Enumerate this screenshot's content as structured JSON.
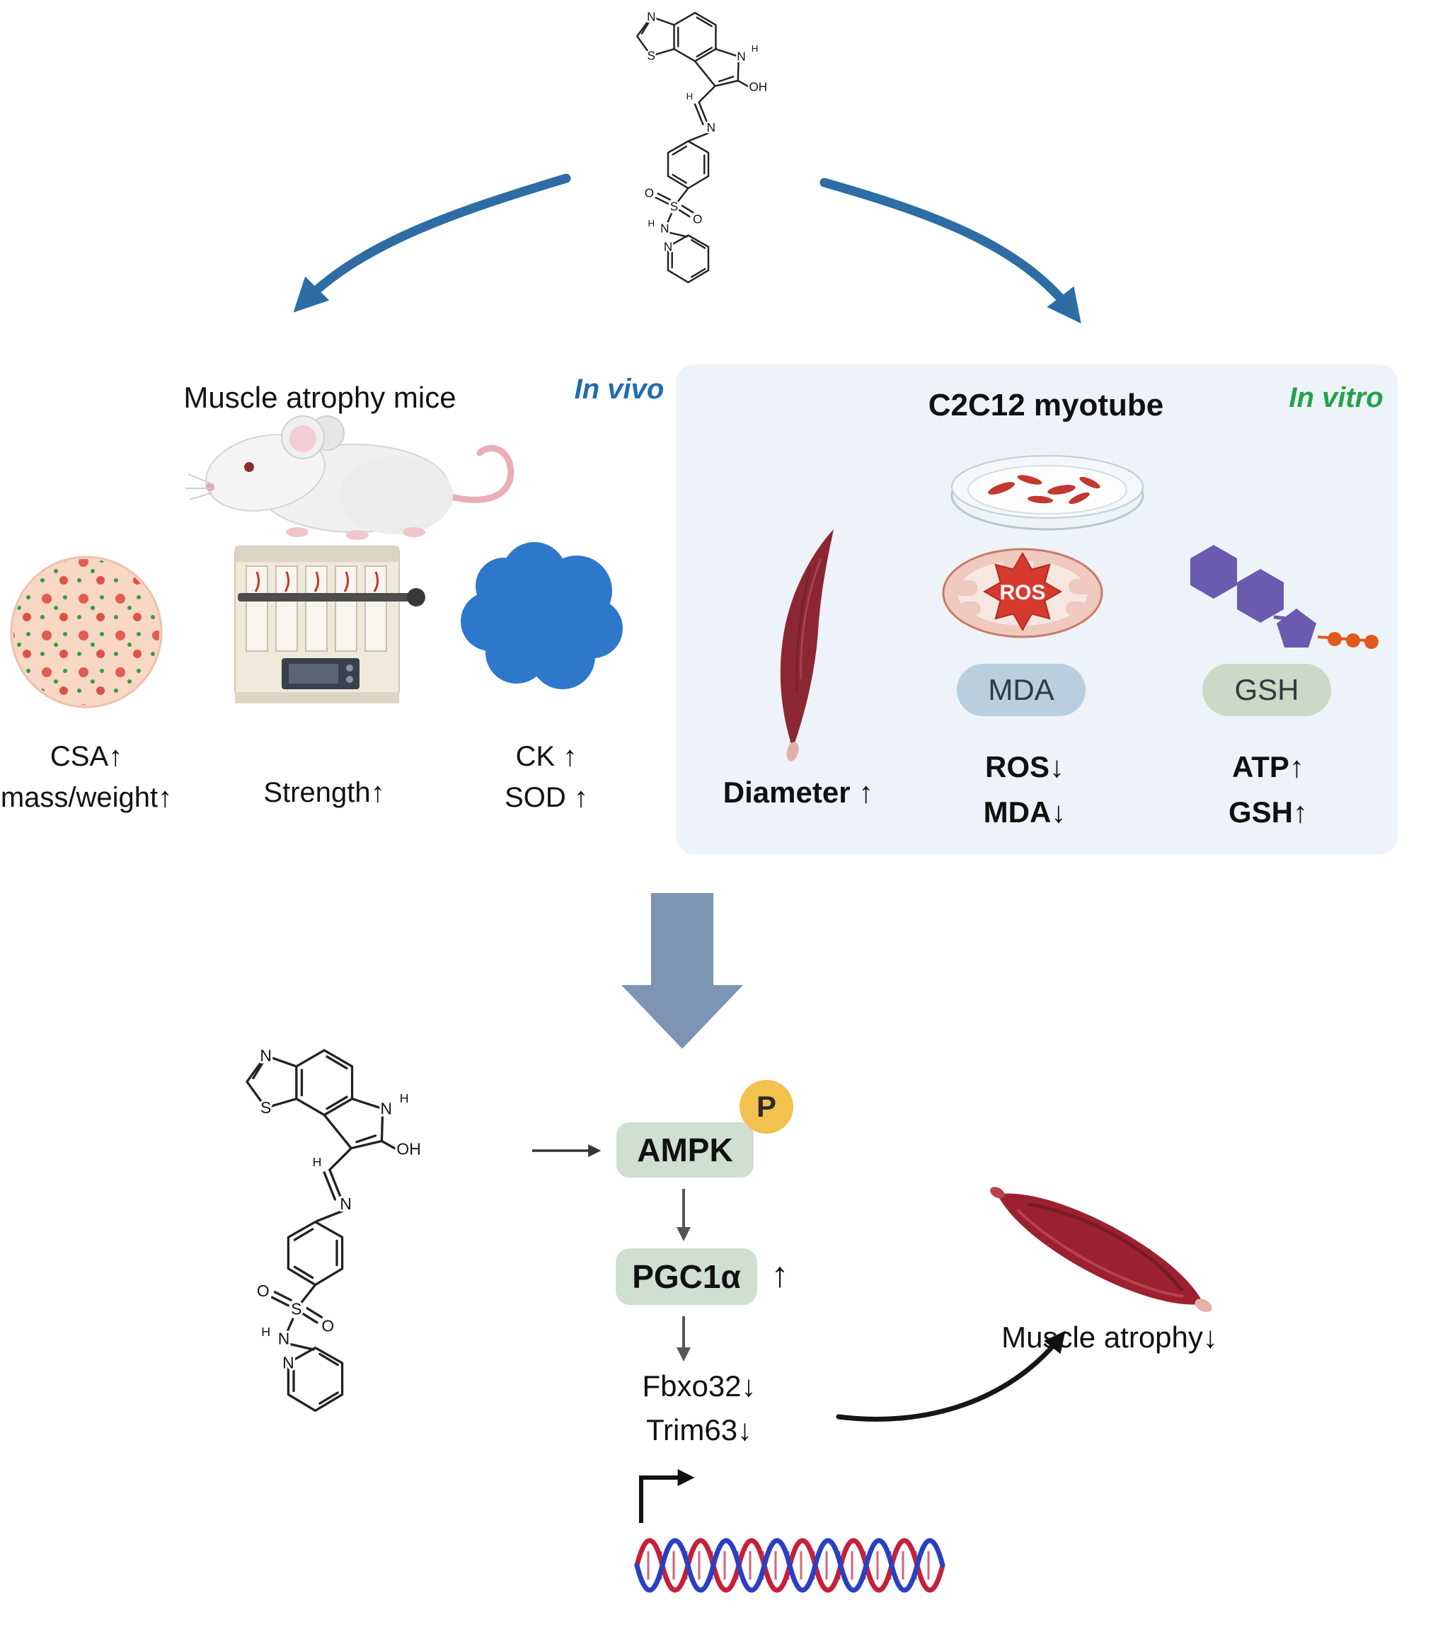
{
  "invivo": {
    "tag": "In vivo",
    "title": "Muscle atrophy mice",
    "captions": {
      "csa1": "CSA↑",
      "csa2": "mass/weight↑",
      "strength": "Strength↑",
      "ck": "CK ↑",
      "sod": "SOD ↑"
    }
  },
  "invitro": {
    "tag": "In vitro",
    "title": "C2C12 myotube",
    "ros_star": "ROS",
    "mda_pill": "MDA",
    "gsh_pill": "GSH",
    "captions": {
      "diameter": "Diameter ↑",
      "ros": "ROS↓",
      "mda": "MDA↓",
      "atp": "ATP↑",
      "gsh": "GSH↑"
    }
  },
  "pathway": {
    "ampk": "AMPK",
    "phospho": "P",
    "pgc1a": "PGC1α",
    "pgc1a_up": "↑",
    "fbxo32": "Fbxo32↓",
    "trim63": "Trim63↓",
    "outcome": "Muscle atrophy↓"
  },
  "compound": {
    "atoms": {
      "thiazole_n": "N",
      "thiazole_s": "S",
      "pyrrole_n": "N",
      "pyrrole_h": "H",
      "hydroxyl": "OH",
      "imine_h": "H",
      "imine_n": "N",
      "sulfonyl_o_left": "O",
      "sulfonyl_o_right": "O",
      "sulfonyl_s": "S",
      "amide_h": "H",
      "amide_n": "N",
      "pyridine_n": "N"
    }
  },
  "colors": {
    "curve_arrow_blue": "#2e6da4",
    "block_arrow_blue": "#7d94b5",
    "invitro_panel_bg": "#edf3f8",
    "invivo_tag_blue": "#1f6cb5",
    "invitro_tag_green": "#21a24b",
    "pathway_pill_green": "#cfdfd2",
    "mda_pill_blue": "#b9cede",
    "gsh_pill_green": "#ccd9c6",
    "phospho_yellow": "#f2c14e",
    "ros_star_red": "#d63a2f",
    "muscle_red": "#9c2130",
    "dna_red": "#c5203a",
    "dna_blue": "#2b3fc4",
    "protein_blue": "#2e78cc"
  }
}
